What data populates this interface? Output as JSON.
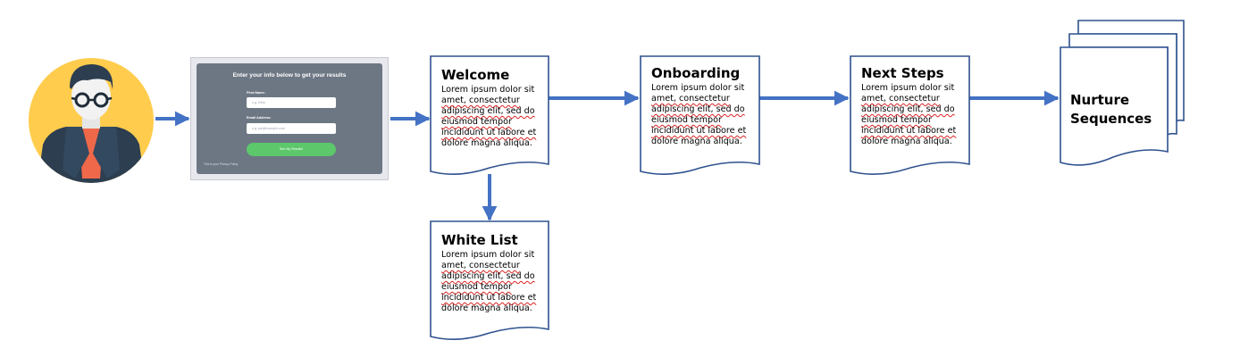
{
  "colors": {
    "accent": "#4472c4",
    "doc_stroke": "#2f528f",
    "avatar_bg": "#ffcc4d",
    "form_bg": "#6d7784",
    "button": "#5cc86b"
  },
  "avatar": {
    "icon": "user-avatar-icon"
  },
  "form": {
    "heading": "Enter your info below to get your results",
    "first_name_label": "First Name:",
    "first_name_placeholder": "e.g. Kelly",
    "email_label": "Email Address:",
    "email_placeholder": "e.g. joe@example.com",
    "button_label": "See My Results!",
    "footer": "This is your Privacy Policy"
  },
  "documents": {
    "welcome": {
      "title": "Welcome",
      "lines": [
        "Lorem ipsum dolor sit",
        "amet, consectetur",
        "adipiscing elit, sed do",
        "eiusmod tempor",
        "incididunt ut labore et",
        "dolore magna aliqua."
      ]
    },
    "white_list": {
      "title": "White List",
      "lines": [
        "Lorem ipsum dolor sit",
        "amet, consectetur",
        "adipiscing elit, sed do",
        "eiusmod tempor",
        "incididunt ut labore et",
        "dolore magna aliqua."
      ]
    },
    "onboarding": {
      "title": "Onboarding",
      "lines": [
        "Lorem ipsum dolor sit",
        "amet, consectetur",
        "adipiscing elit, sed do",
        "eiusmod tempor",
        "incididunt ut labore et",
        "dolore magna aliqua."
      ]
    },
    "next_steps": {
      "title": "Next Steps",
      "lines": [
        "Lorem ipsum dolor sit",
        "amet, consectetur",
        "adipiscing elit, sed do",
        "eiusmod tempor",
        "incididunt ut labore et",
        "dolore magna aliqua."
      ]
    },
    "nurture": {
      "line1": "Nurture",
      "line2": "Sequences"
    }
  }
}
